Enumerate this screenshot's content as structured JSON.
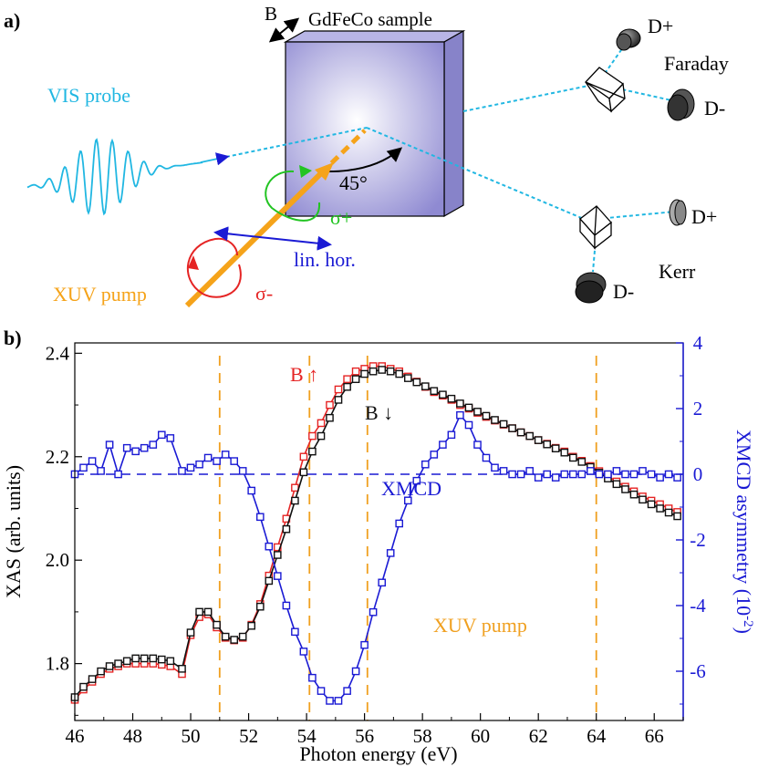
{
  "panel_a": {
    "label": "a)",
    "sample_label": "GdFeCo sample",
    "field_label": "B",
    "vis_probe_label": "VIS probe",
    "angle_label": "45°",
    "sigma_plus_label": "σ+",
    "sigma_minus_label": "σ-",
    "lin_hor_label": "lin. hor.",
    "xuv_pump_label": "XUV pump",
    "faraday_label": "Faraday",
    "kerr_label": "Kerr",
    "faraday_dplus": "D+",
    "faraday_dminus": "D-",
    "kerr_dplus": "D+",
    "kerr_dminus": "D-",
    "colors": {
      "vis": "#21b7e2",
      "xuv": "#f5a31a",
      "sigma_plus": "#22c422",
      "sigma_minus": "#e52424",
      "lin_hor": "#1a1ad4",
      "sample": "#9b97d8"
    }
  },
  "panel_b": {
    "label": "b)",
    "b_up_label": "B ↑",
    "b_down_label": "B ↓",
    "xmcd_label": "XMCD",
    "xuv_pump_label": "XUV pump"
  },
  "chart_data": {
    "type": "line",
    "xlabel": "Photon energy (eV)",
    "ylabel": "XAS (arb. units)",
    "y2label": "XMCD asymmetry (10",
    "y2label_sup": "-2",
    "y2label_end": ")",
    "xlim": [
      46,
      67
    ],
    "ylim": [
      1.69,
      2.42
    ],
    "y2lim": [
      -7.5,
      4.0
    ],
    "xticks": [
      46,
      48,
      50,
      52,
      54,
      56,
      58,
      60,
      62,
      64,
      66
    ],
    "yticks": [
      1.8,
      2.0,
      2.2,
      2.4
    ],
    "y2ticks": [
      -6,
      -4,
      -2,
      0,
      2,
      4
    ],
    "dashed_vlines": [
      51,
      54.1,
      56.1,
      64
    ],
    "zero_line_y2": 0,
    "colors": {
      "b_up": "#e52424",
      "b_down": "#111111",
      "xmcd": "#1a1ad4",
      "pump": "#f0a020"
    },
    "series": [
      {
        "axis": "left",
        "x": [
          46.0,
          46.3,
          46.6,
          46.9,
          47.2,
          47.5,
          47.8,
          48.1,
          48.4,
          48.7,
          49.0,
          49.3,
          49.7,
          50.0,
          50.3,
          50.6,
          50.9,
          51.2,
          51.5,
          51.8,
          52.1,
          52.4,
          52.7,
          53.0,
          53.3,
          53.6,
          53.9,
          54.2,
          54.5,
          54.8,
          55.1,
          55.4,
          55.7,
          56.0,
          56.3,
          56.6,
          56.9,
          57.2,
          57.5,
          57.8,
          58.1,
          58.4,
          58.7,
          59.0,
          59.3,
          59.6,
          59.9,
          60.2,
          60.5,
          60.8,
          61.1,
          61.4,
          61.7,
          62.0,
          62.3,
          62.6,
          62.9,
          63.2,
          63.5,
          63.8,
          64.1,
          64.4,
          64.7,
          65.0,
          65.3,
          65.6,
          65.9,
          66.2,
          66.5,
          66.8
        ],
        "values": [
          1.73,
          1.75,
          1.765,
          1.78,
          1.79,
          1.795,
          1.8,
          1.8,
          1.8,
          1.8,
          1.798,
          1.795,
          1.78,
          1.855,
          1.89,
          1.895,
          1.87,
          1.85,
          1.845,
          1.85,
          1.875,
          1.915,
          1.97,
          2.025,
          2.08,
          2.14,
          2.2,
          2.24,
          2.265,
          2.3,
          2.33,
          2.35,
          2.365,
          2.37,
          2.375,
          2.375,
          2.37,
          2.365,
          2.355,
          2.345,
          2.335,
          2.325,
          2.318,
          2.31,
          2.3,
          2.293,
          2.285,
          2.277,
          2.27,
          2.262,
          2.255,
          2.247,
          2.24,
          2.232,
          2.225,
          2.217,
          2.21,
          2.2,
          2.192,
          2.182,
          2.172,
          2.162,
          2.152,
          2.142,
          2.133,
          2.123,
          2.115,
          2.108,
          2.1,
          2.093
        ]
      },
      {
        "axis": "left",
        "x": [
          46.0,
          46.3,
          46.6,
          46.9,
          47.2,
          47.5,
          47.8,
          48.1,
          48.4,
          48.7,
          49.0,
          49.3,
          49.7,
          50.0,
          50.3,
          50.6,
          50.9,
          51.2,
          51.5,
          51.8,
          52.1,
          52.4,
          52.7,
          53.0,
          53.3,
          53.6,
          53.9,
          54.2,
          54.5,
          54.8,
          55.1,
          55.4,
          55.7,
          56.0,
          56.3,
          56.6,
          56.9,
          57.2,
          57.5,
          57.8,
          58.1,
          58.4,
          58.7,
          59.0,
          59.3,
          59.6,
          59.9,
          60.2,
          60.5,
          60.8,
          61.1,
          61.4,
          61.7,
          62.0,
          62.3,
          62.6,
          62.9,
          63.2,
          63.5,
          63.8,
          64.1,
          64.4,
          64.7,
          65.0,
          65.3,
          65.6,
          65.9,
          66.2,
          66.5,
          66.8
        ],
        "values": [
          1.735,
          1.755,
          1.77,
          1.785,
          1.795,
          1.8,
          1.805,
          1.81,
          1.81,
          1.81,
          1.808,
          1.805,
          1.79,
          1.86,
          1.9,
          1.9,
          1.875,
          1.852,
          1.846,
          1.852,
          1.873,
          1.91,
          1.96,
          2.01,
          2.06,
          2.115,
          2.17,
          2.21,
          2.24,
          2.275,
          2.31,
          2.335,
          2.35,
          2.36,
          2.365,
          2.368,
          2.365,
          2.36,
          2.352,
          2.344,
          2.336,
          2.327,
          2.32,
          2.312,
          2.303,
          2.295,
          2.287,
          2.279,
          2.271,
          2.263,
          2.255,
          2.247,
          2.24,
          2.232,
          2.224,
          2.216,
          2.208,
          2.198,
          2.19,
          2.18,
          2.169,
          2.158,
          2.147,
          2.137,
          2.127,
          2.117,
          2.108,
          2.1,
          2.092,
          2.085
        ]
      },
      {
        "axis": "right",
        "x": [
          46.0,
          46.3,
          46.6,
          46.9,
          47.2,
          47.5,
          47.8,
          48.1,
          48.4,
          48.7,
          49.0,
          49.3,
          49.7,
          50.0,
          50.3,
          50.6,
          50.9,
          51.2,
          51.5,
          51.8,
          52.1,
          52.4,
          52.7,
          53.0,
          53.3,
          53.6,
          53.9,
          54.2,
          54.5,
          54.8,
          55.1,
          55.4,
          55.7,
          56.0,
          56.3,
          56.6,
          56.9,
          57.2,
          57.5,
          57.8,
          58.1,
          58.4,
          58.7,
          59.0,
          59.3,
          59.6,
          59.9,
          60.2,
          60.5,
          60.8,
          61.1,
          61.4,
          61.7,
          62.0,
          62.3,
          62.6,
          62.9,
          63.2,
          63.5,
          63.8,
          64.1,
          64.4,
          64.7,
          65.0,
          65.3,
          65.6,
          65.9,
          66.2,
          66.5,
          66.8
        ],
        "values": [
          0.0,
          0.2,
          0.4,
          0.1,
          0.9,
          0.0,
          0.8,
          0.7,
          0.8,
          0.9,
          1.2,
          1.1,
          0.1,
          0.2,
          0.3,
          0.5,
          0.4,
          0.6,
          0.4,
          0.1,
          -0.5,
          -1.3,
          -2.2,
          -3.1,
          -4.0,
          -4.8,
          -5.4,
          -6.2,
          -6.6,
          -6.9,
          -6.9,
          -6.6,
          -6.0,
          -5.2,
          -4.2,
          -3.3,
          -2.4,
          -1.5,
          -0.8,
          -0.2,
          0.3,
          0.6,
          0.9,
          1.2,
          1.8,
          1.5,
          0.9,
          0.5,
          0.2,
          0.1,
          0.0,
          0.0,
          0.1,
          -0.1,
          0.0,
          -0.1,
          0.0,
          0.0,
          0.0,
          0.1,
          0.0,
          0.0,
          0.1,
          0.0,
          0.0,
          0.1,
          0.0,
          -0.1,
          0.0,
          -0.1
        ]
      }
    ]
  }
}
